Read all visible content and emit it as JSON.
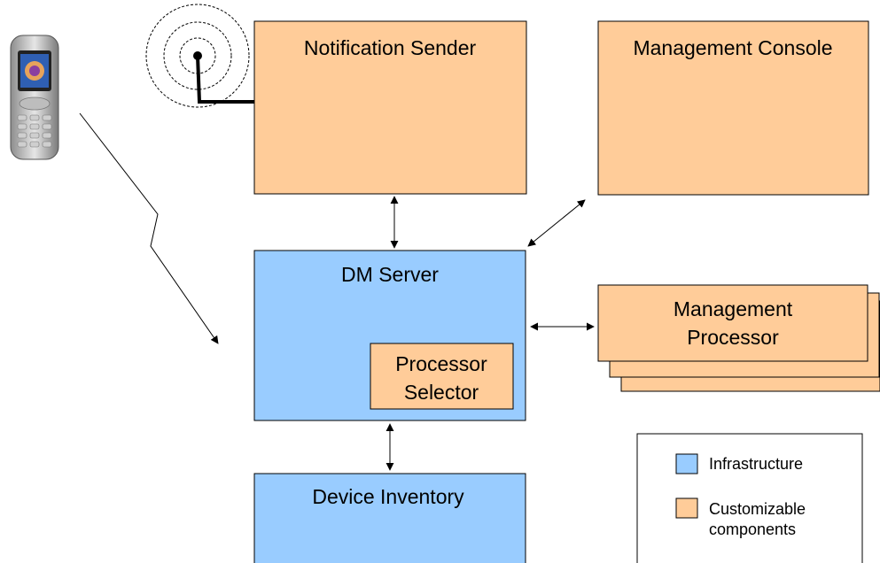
{
  "components": {
    "notification_sender": {
      "label": "Notification Sender"
    },
    "management_console": {
      "label": "Management Console"
    },
    "dm_server": {
      "label": "DM Server"
    },
    "processor_selector": {
      "label_line1": "Processor",
      "label_line2": "Selector"
    },
    "management_processor": {
      "label_line1": "Management",
      "label_line2": "Processor"
    },
    "device_inventory": {
      "label": "Device Inventory"
    }
  },
  "legend": {
    "items": [
      {
        "label_lines": [
          "Infrastructure"
        ],
        "color": "#99ccff"
      },
      {
        "label_lines": [
          "Customizable",
          "components"
        ],
        "color": "#ffcc99"
      }
    ]
  },
  "colors": {
    "infrastructure": "#99ccff",
    "customizable": "#ffcc99",
    "border": "#000000"
  },
  "icons": {
    "phone": "mobile-phone-icon",
    "antenna": "antenna-icon"
  }
}
